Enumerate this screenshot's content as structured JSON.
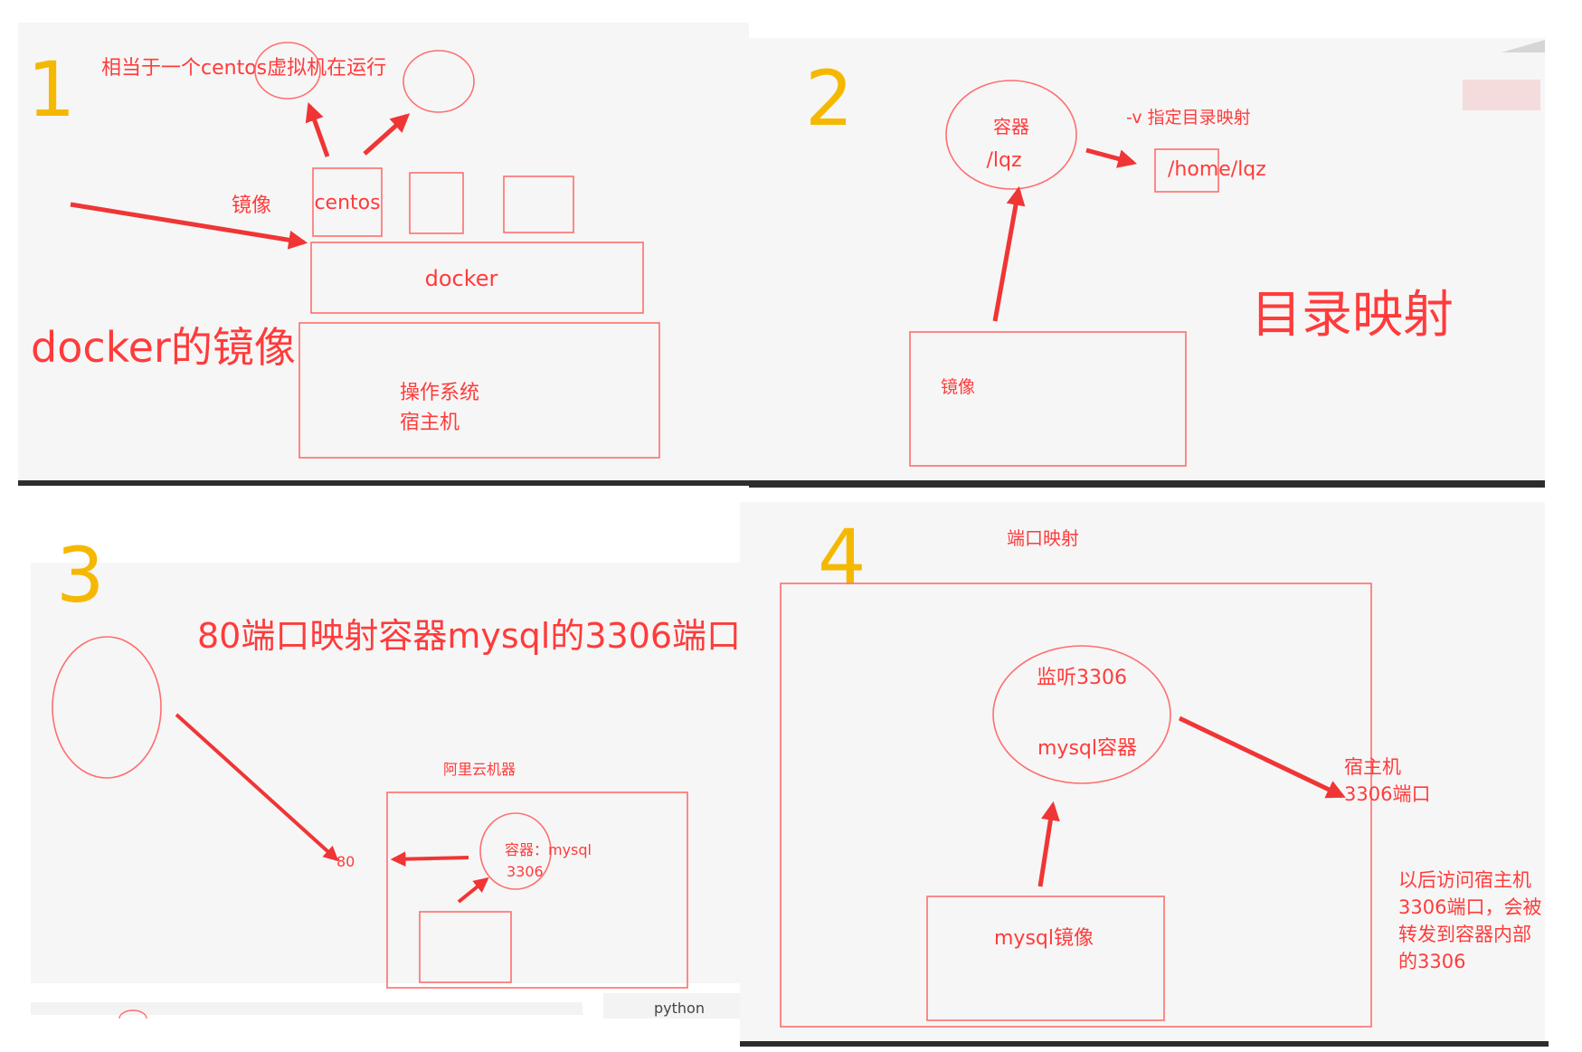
{
  "colors": {
    "ink": "#ff3b3b",
    "ink_light": "#ff6e6e",
    "arrow": "#f03535",
    "number": "#f5b800",
    "panel_bg": "#f6f6f6",
    "rule": "#2d2d2d",
    "muted": "#444444"
  },
  "panel1": {
    "number": "1",
    "caption": "相当于一个centos虚拟机在运行",
    "label_image": "镜像",
    "box_centos": "centos",
    "box_docker": "docker",
    "title": "docker的镜像",
    "host_line1": "操作系统",
    "host_line2": "宿主机"
  },
  "panel2": {
    "number": "2",
    "container_line1": "容器",
    "container_line2": "/lqz",
    "flag": "-v 指定目录映射",
    "host_path": "/home/lqz",
    "title": "目录映射",
    "image": "镜像"
  },
  "panel3": {
    "number": "3",
    "title": "80端口映射容器mysql的3306端口",
    "host_label": "阿里云机器",
    "port": "80",
    "container_line1": "容器：mysql",
    "container_line2": "3306",
    "python_tab": "python"
  },
  "panel4": {
    "number": "4",
    "caption": "端口映射",
    "circle_line1": "监听3306",
    "circle_line2": "mysql容器",
    "host_line1": "宿主机",
    "host_line2": "3306端口",
    "note_line1": "以后访问宿主机",
    "note_line2": "3306端口，会被",
    "note_line3": "转发到容器内部",
    "note_line4": "的3306",
    "image": "mysql镜像"
  }
}
